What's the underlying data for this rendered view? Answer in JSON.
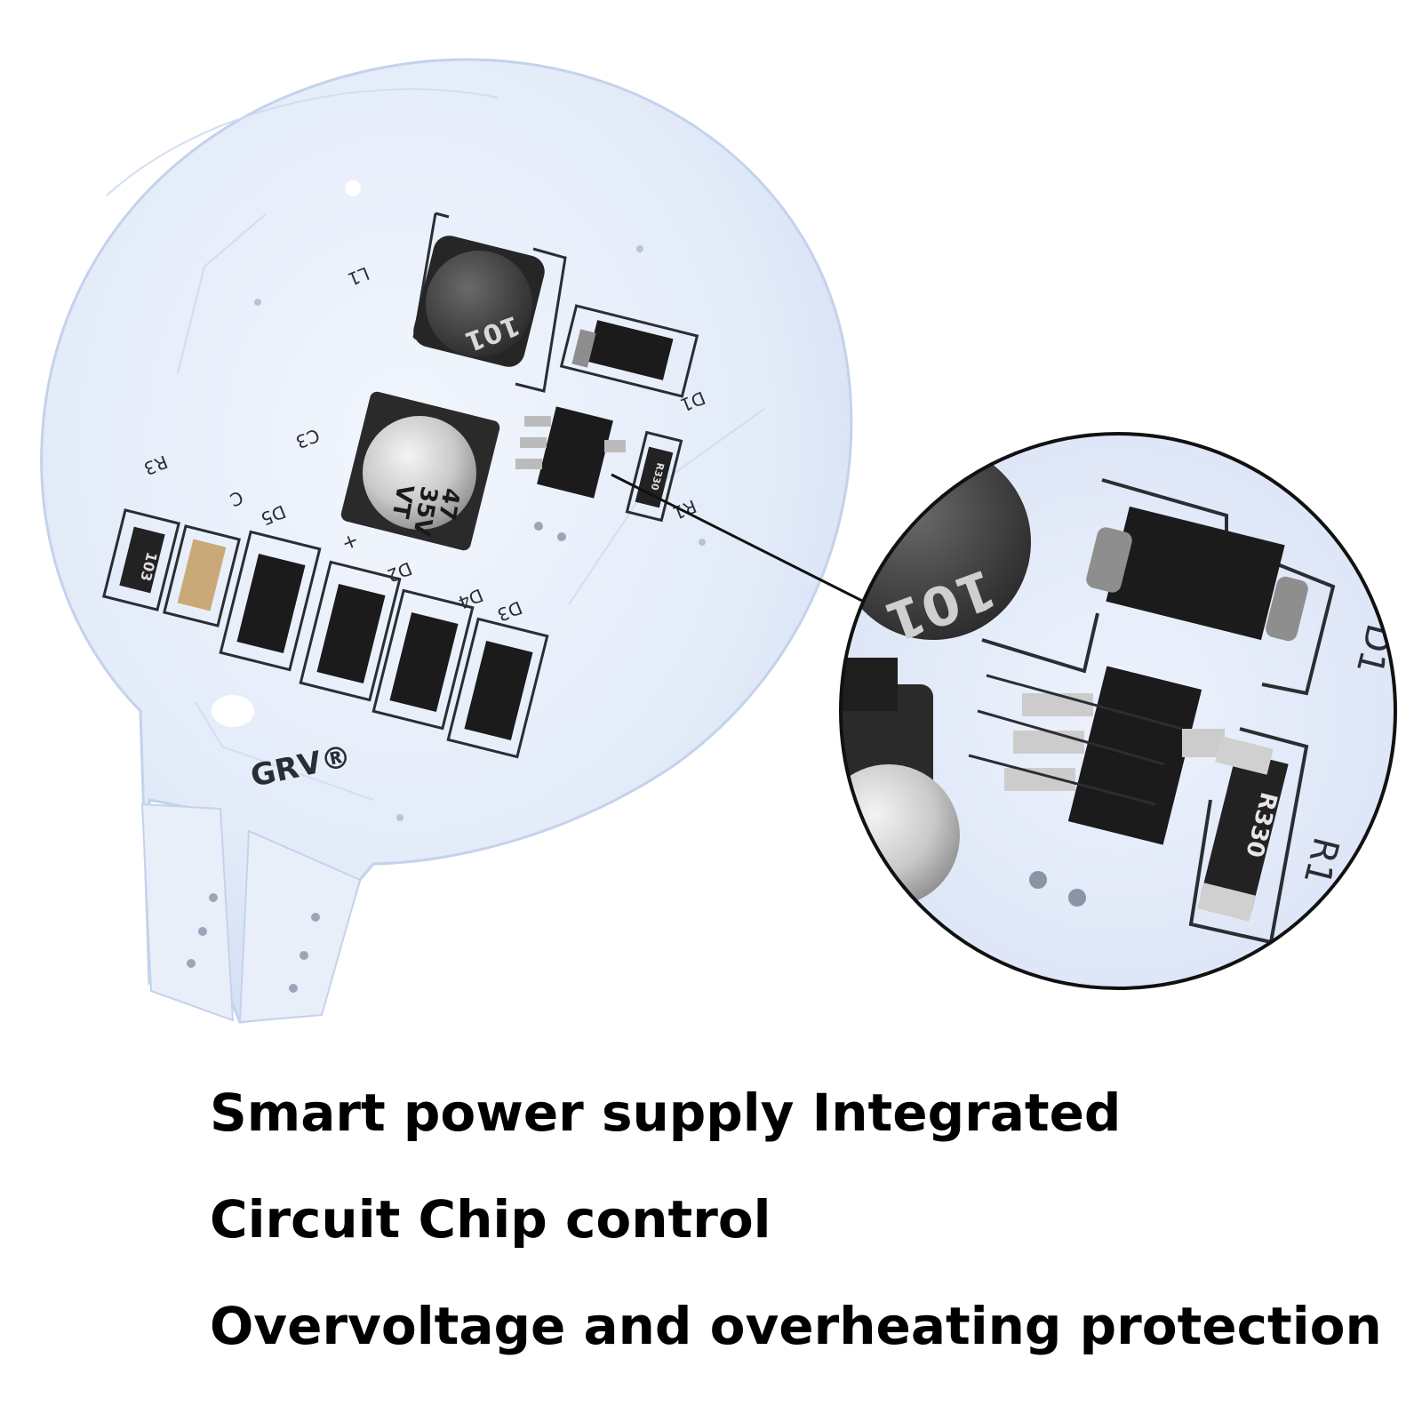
{
  "board": {
    "brand_mark": "GRV®",
    "silkscreen": {
      "L1": "L1",
      "C3": "C3",
      "R3": "R3",
      "C": "C",
      "D5": "D5",
      "D2": "D2",
      "D4": "D4",
      "D3": "D3",
      "D1": "D1",
      "R1": "R1",
      "plus": "+"
    },
    "inductor_marking": "101",
    "capacitor_marking": [
      "47",
      "35V",
      "VT"
    ],
    "resistor_r3_marking": "103",
    "resistor_r1_marking": "R330"
  },
  "zoom": {
    "D1": "D1",
    "R1": "R1",
    "resistor_marking": "R330",
    "inductor_marking": "101"
  },
  "features": [
    "Smart power supply  Integrated",
    "Circuit Chip control",
    "Overvoltage and overheating protection"
  ],
  "colors": {
    "pcb": "#e6eefb",
    "pcb_edge": "#c9d6ee",
    "component": "#1b1b1b",
    "silkscreen": "#2a2e33",
    "text": "#000000"
  }
}
